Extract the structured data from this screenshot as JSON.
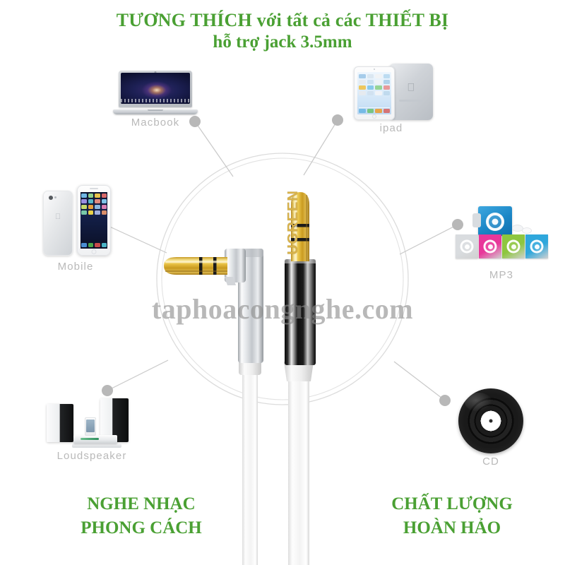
{
  "headline": {
    "line1": "TƯƠNG THÍCH với tất cả các THIẾT BỊ",
    "line2": "hỗ trợ jack  3.5mm",
    "color": "#4aa033"
  },
  "watermark": {
    "text": "taphoacongnghe.com"
  },
  "slogans": {
    "left": "NGHE NHẠC\nPHONG CÁCH",
    "right": "CHẤT LƯỢNG\nHOÀN HẢO",
    "color": "#4aa033"
  },
  "devices": [
    {
      "id": "macbook",
      "label": "Macbook"
    },
    {
      "id": "ipad",
      "label": "ipad"
    },
    {
      "id": "mobile",
      "label": "Mobile"
    },
    {
      "id": "mp3",
      "label": "MP3"
    },
    {
      "id": "loudspeaker",
      "label": "Loudspeaker"
    },
    {
      "id": "cd",
      "label": "CD"
    }
  ],
  "product": {
    "brand": "UGREEN",
    "connector_type": "3.5mm",
    "plug_angled": "right-angle 3.5mm gold plug",
    "plug_straight": "straight 3.5mm gold plug",
    "cable_color": "#f2f2f2",
    "gold_color": "#d4a62a",
    "barrel_color": "#1a1a1a"
  },
  "diagram": {
    "node_color": "#b8b8b8",
    "line_color": "#c9c9c9",
    "circle_color": "#d6d6d6",
    "label_color": "#b9b9b9"
  },
  "mp3_colors": [
    "#d9dcdf",
    "#e8379a",
    "#8ec63f",
    "#2fa7dc"
  ],
  "ipad_icon_colors": [
    "#9ec8e8",
    "#d9e6ef",
    "#f2f3f4",
    "#b8d9ef",
    "#e4e9ed",
    "#c9dff0",
    "#eef2f5",
    "#a9cde8",
    "#f0c24a",
    "#7fc4e8",
    "#8ed08a",
    "#e98f8f",
    "#e7eaed",
    "#cfe0ee",
    "#f3f4f6",
    "#bcd8ec"
  ],
  "ipad_dock_colors": [
    "#6fb7e4",
    "#72c27a",
    "#e8a03c",
    "#d76a6a"
  ],
  "mobile_icon_colors": [
    "#6fb7e4",
    "#8ed08a",
    "#e8c24a",
    "#d96a6a",
    "#9a8ee0",
    "#57b8c9",
    "#e0897f",
    "#7fc4e8",
    "#c4d96a",
    "#e8a03c",
    "#8bb7e0",
    "#d97fb3",
    "#78c9a8",
    "#e8d24a",
    "#9fb0e0",
    "#d98f6a"
  ],
  "mobile_dock_colors": [
    "#4a8fd4",
    "#4aa84a",
    "#c74a4a",
    "#4ab4c7"
  ]
}
